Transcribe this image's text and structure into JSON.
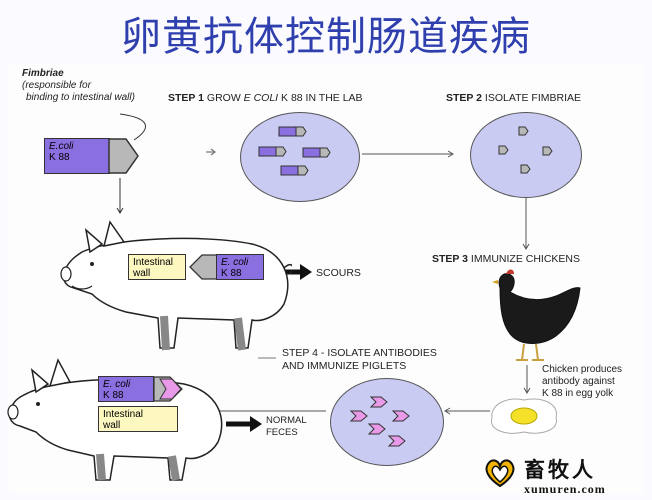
{
  "title": "卵黄抗体控制肠道疾病",
  "fimbriae": {
    "heading": "Fimbriae",
    "note_line1": "(responsible for",
    "note_line2": "binding to intestinal wall)"
  },
  "ecoli": {
    "name": "E.coli",
    "strain": "K 88"
  },
  "step1": {
    "prefix": "STEP 1",
    "text": "GROW",
    "name": "E COLI",
    "rest": "K 88 IN THE LAB"
  },
  "step2": {
    "prefix": "STEP 2",
    "text": "ISOLATE FIMBRIAE"
  },
  "step3": {
    "prefix": "STEP 3",
    "text": "IMMUNIZE CHICKENS"
  },
  "step4": {
    "line1": "STEP 4 - ISOLATE ANTIBODIES",
    "line2": "AND IMMUNIZE PIGLETS"
  },
  "pig1": {
    "intestinal_line1": "Intestinal",
    "intestinal_line2": "wall",
    "ecoli_name": "E. coli",
    "ecoli_strain": "K 88",
    "outcome": "SCOURS"
  },
  "pig2": {
    "ecoli_name": "E. coli",
    "ecoli_strain": "K 88",
    "intestinal_line1": "Intestinal",
    "intestinal_line2": "wall",
    "outcome_line1": "NORMAL",
    "outcome_line2": "FECES"
  },
  "chicken_note": {
    "line1": "Chicken produces",
    "line2": "antibody against",
    "line3": "K 88 in egg yolk"
  },
  "watermark": {
    "cn": "畜牧人",
    "url": "xumuren.com"
  },
  "colors": {
    "title": "#2f3fae",
    "dish": "#c9cbf3",
    "ecoli": "#8a6fe0",
    "antibody": "#e89ae8",
    "intestinal": "#fdf7c0"
  }
}
